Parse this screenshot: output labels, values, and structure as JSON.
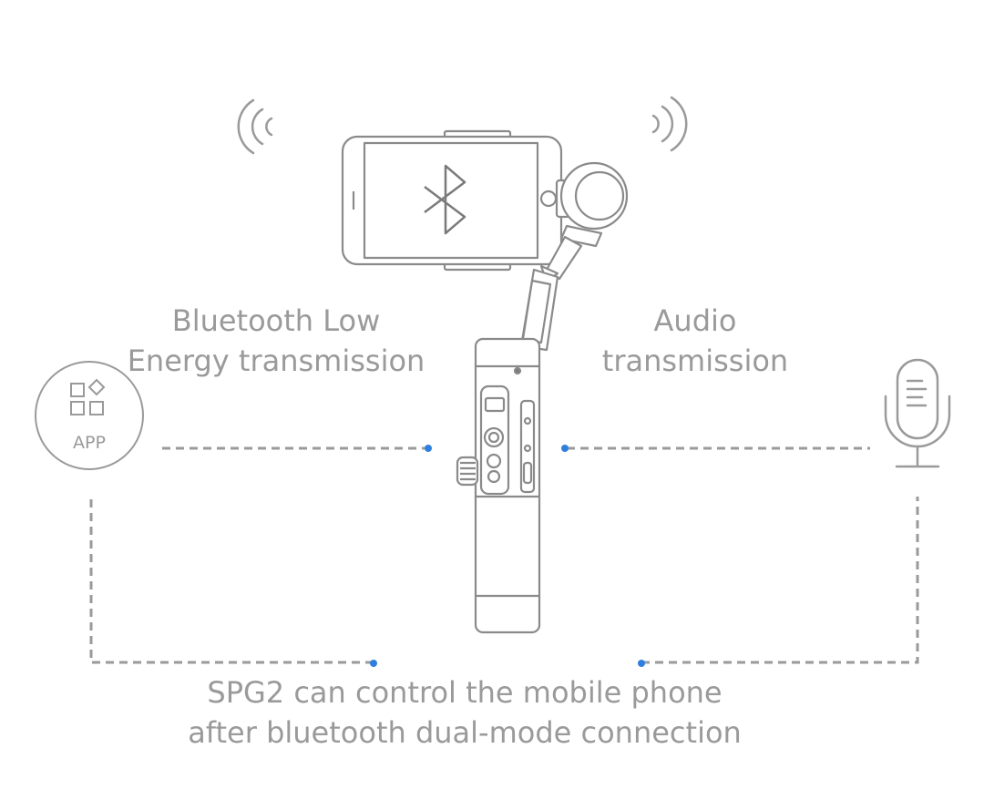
{
  "labels": {
    "ble_line1": "Bluetooth Low",
    "ble_line2": "Energy transmission",
    "audio_line1": "Audio",
    "audio_line2": "transmission",
    "bottom_line1": "SPG2 can control the mobile phone",
    "bottom_line2": "after bluetooth dual-mode connection"
  },
  "app_icon": {
    "text": "APP",
    "icon": "app-grid-icon"
  },
  "icons": {
    "phone": "bluetooth-icon",
    "left_signal": "wireless-signal-icon",
    "right_signal": "wireless-signal-icon",
    "device": "gimbal-stabilizer-icon",
    "microphone": "microphone-icon"
  },
  "colors": {
    "line": "#9a9a9a",
    "dot": "#2f7fe0",
    "text": "#9a9a9a"
  }
}
